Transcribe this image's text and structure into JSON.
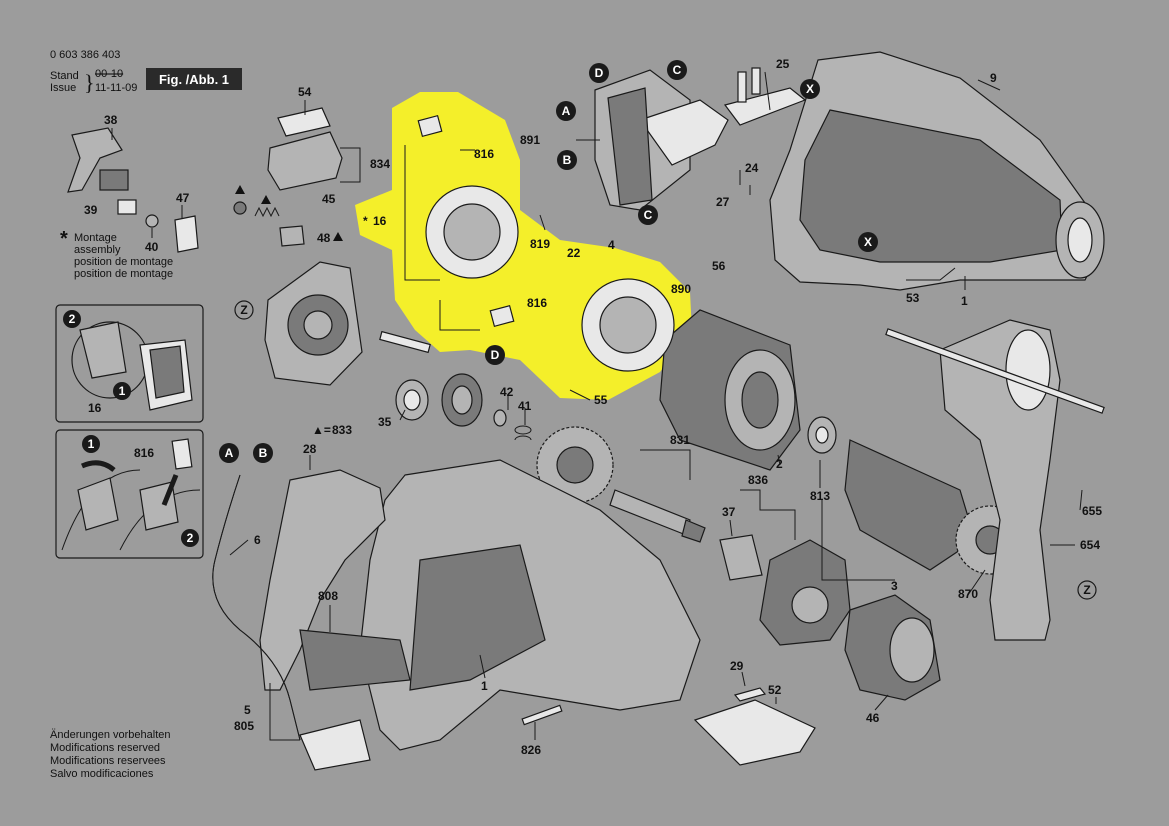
{
  "header": {
    "part_number": "0 603 386 403",
    "stand_label": "Stand",
    "stand_value": "00-10",
    "issue_label": "Issue",
    "issue_value": "11-11-09",
    "fig_label": "Fig. /Abb. 1"
  },
  "legend": {
    "star": "*",
    "montage_lines": [
      "Montage",
      "assembly",
      "position de montage",
      "position de montage"
    ]
  },
  "footer": {
    "lines": [
      "Änderungen vorbehalten",
      "Modifications reserved",
      "Modifications reservees",
      "Salvo modificaciones"
    ]
  },
  "callouts": {
    "p9": "9",
    "p25": "25",
    "p54": "54",
    "p38": "38",
    "p834": "834",
    "p45": "45",
    "p47": "47",
    "p39": "39",
    "p40": "40",
    "p48": "48",
    "p816a": "816",
    "p16": "16",
    "p816b": "816",
    "p891": "891",
    "p819": "819",
    "p22": "22",
    "p4": "4",
    "p24": "24",
    "p27": "27",
    "p53": "53",
    "p1a": "1",
    "p56": "56",
    "p890": "890",
    "p55": "55",
    "p42": "42",
    "p41": "41",
    "p35": "35",
    "p833": "833",
    "p831": "831",
    "p2": "2",
    "p813": "813",
    "p836": "836",
    "p37": "37",
    "p3": "3",
    "p870": "870",
    "p655": "655",
    "p654": "654",
    "p28": "28",
    "p6": "6",
    "p808": "808",
    "p5": "5",
    "p805": "805",
    "p1b": "1",
    "p826": "826",
    "p29": "29",
    "p52": "52",
    "p46": "46",
    "inset16": "16",
    "inset816": "816",
    "star16": "16"
  },
  "markers": {
    "A": "A",
    "B": "B",
    "C": "C",
    "D": "D",
    "X": "X",
    "Z": "Z",
    "one": "1",
    "two": "2"
  }
}
